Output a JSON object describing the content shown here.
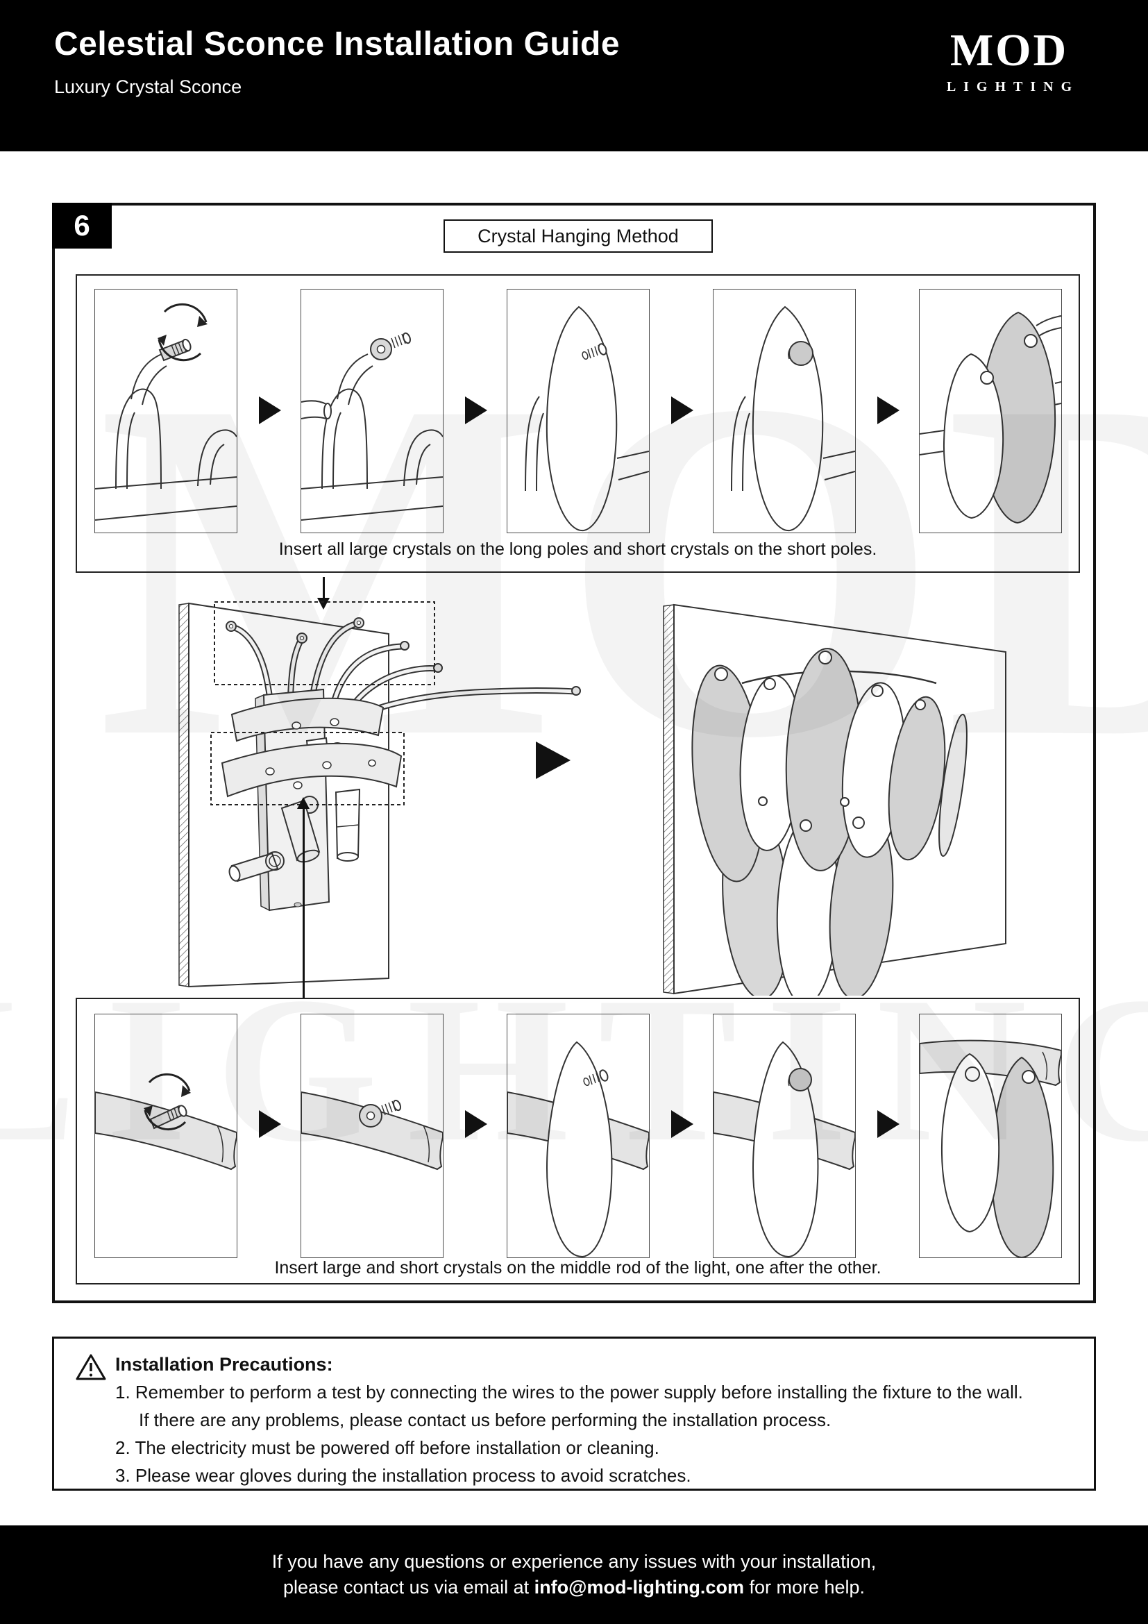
{
  "header": {
    "title": "Celestial Sconce Installation Guide",
    "subtitle": "Luxury Crystal Sconce",
    "logo_brand": "MOD",
    "logo_sub": "LIGHTING"
  },
  "watermark": {
    "brand": "MOD",
    "sub": "LIGHTING"
  },
  "step": {
    "number": "6",
    "title": "Crystal Hanging Method"
  },
  "rows": [
    {
      "caption": "Insert all large crystals on the long poles and short crystals on the short poles."
    },
    {
      "caption": "Insert large and short crystals on the middle rod of the light, one after the other."
    }
  ],
  "precautions": {
    "title": "Installation Precautions:",
    "item1_line1": "1. Remember to perform a test by connecting the wires to the power supply before installing the fixture to the wall.",
    "item1_line2": "If there are any problems, please contact us before performing the installation process.",
    "item2": "2. The electricity must be powered off before installation or cleaning.",
    "item3": "3. Please wear gloves during the installation process to avoid scratches."
  },
  "footer": {
    "line1": "If you have any questions or experience any issues with your installation,",
    "line2_prefix": "please contact us via email at ",
    "email": "info@mod-lighting.com",
    "line2_suffix": " for more help."
  },
  "colors": {
    "header_bg": "#000000",
    "crystal_gray": "#cfcfcf",
    "band_gray": "#e4e4e4",
    "line": "#333333"
  }
}
